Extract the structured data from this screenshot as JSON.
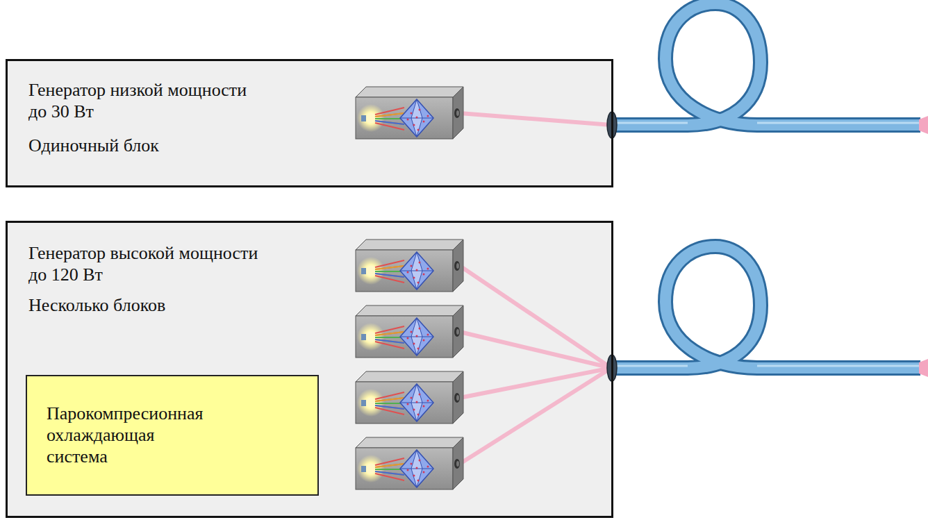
{
  "diagram": {
    "nodes": [
      {
        "text": [
          "Генератор низкой мощности до 30 Вт",
          "Одиночный блок"
        ]
      },
      {
        "text": [
          "Генератор высокой мощности до 120 Вт",
          "Несколько блоков"
        ]
      },
      {
        "text": [
          "Парокомпресионная охлаждающая система"
        ],
        "in": 1
      }
    ]
  }
}
